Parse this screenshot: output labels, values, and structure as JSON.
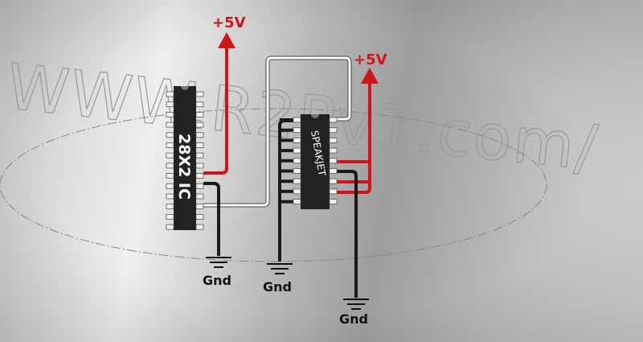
{
  "watermark": "WWW.R2Pv1.com/",
  "chips": {
    "mcu": {
      "label": "28X2 IC",
      "pins_per_side": 14
    },
    "speech": {
      "label": "SPEAKJET",
      "pins_per_side": 9
    }
  },
  "power_labels": [
    "+5V",
    "+5V"
  ],
  "ground_labels": [
    "Gnd",
    "Gnd",
    "Gnd"
  ],
  "colors": {
    "power": "#d0141a",
    "ground": "#1a1a1a",
    "signal": "#ffffff",
    "chip": "#222222"
  }
}
